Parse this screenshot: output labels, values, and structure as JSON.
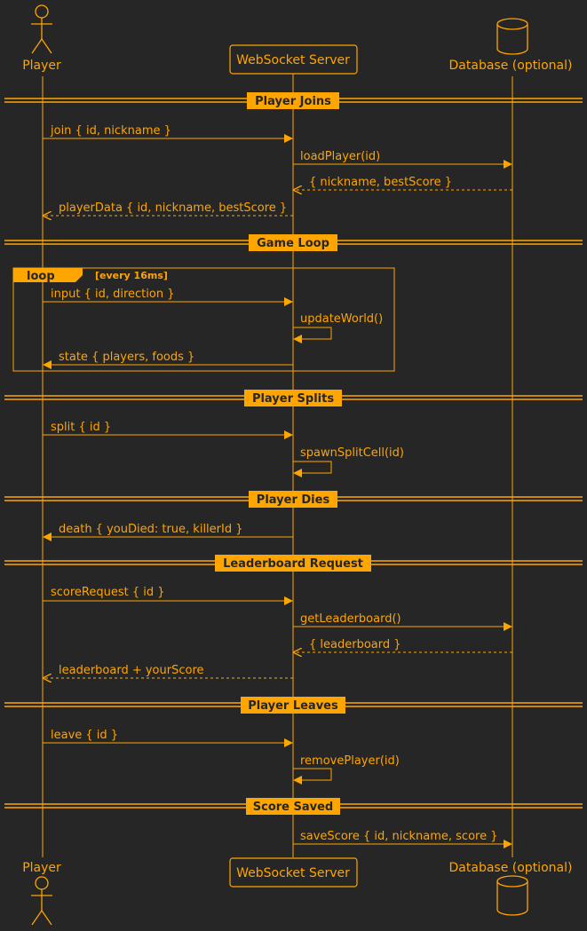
{
  "colors": {
    "background": "#262626",
    "accent": "#FFA500",
    "section_text": "#262626"
  },
  "participants": [
    {
      "id": "player",
      "label": "Player",
      "kind": "actor",
      "icon": "actor-icon"
    },
    {
      "id": "server",
      "label": "WebSocket Server",
      "kind": "box"
    },
    {
      "id": "db",
      "label": "Database (optional)",
      "kind": "database",
      "icon": "database-icon"
    }
  ],
  "sections": {
    "player_joins": "Player Joins",
    "game_loop": "Game Loop",
    "player_splits": "Player Splits",
    "player_dies": "Player Dies",
    "leaderboard_request": "Leaderboard Request",
    "player_leaves": "Player Leaves",
    "score_saved": "Score Saved"
  },
  "loop": {
    "keyword": "loop",
    "condition": "[every 16ms]"
  },
  "messages": {
    "join": "join { id, nickname }",
    "load_player": "loadPlayer(id)",
    "load_reply": "{ nickname, bestScore }",
    "player_data": "playerData { id, nickname, bestScore }",
    "input": "input { id, direction }",
    "update_world": "updateWorld()",
    "state": "state { players, foods }",
    "split": "split { id }",
    "spawn_split_cell": "spawnSplitCell(id)",
    "death": "death { youDied: true, killerId }",
    "score_request": "scoreRequest { id }",
    "get_leaderboard": "getLeaderboard()",
    "leaderboard_reply": "{ leaderboard }",
    "leaderboard_your_score": "leaderboard + yourScore",
    "leave": "leave { id }",
    "remove_player": "removePlayer(id)",
    "save_score": "saveScore { id, nickname, score }"
  }
}
